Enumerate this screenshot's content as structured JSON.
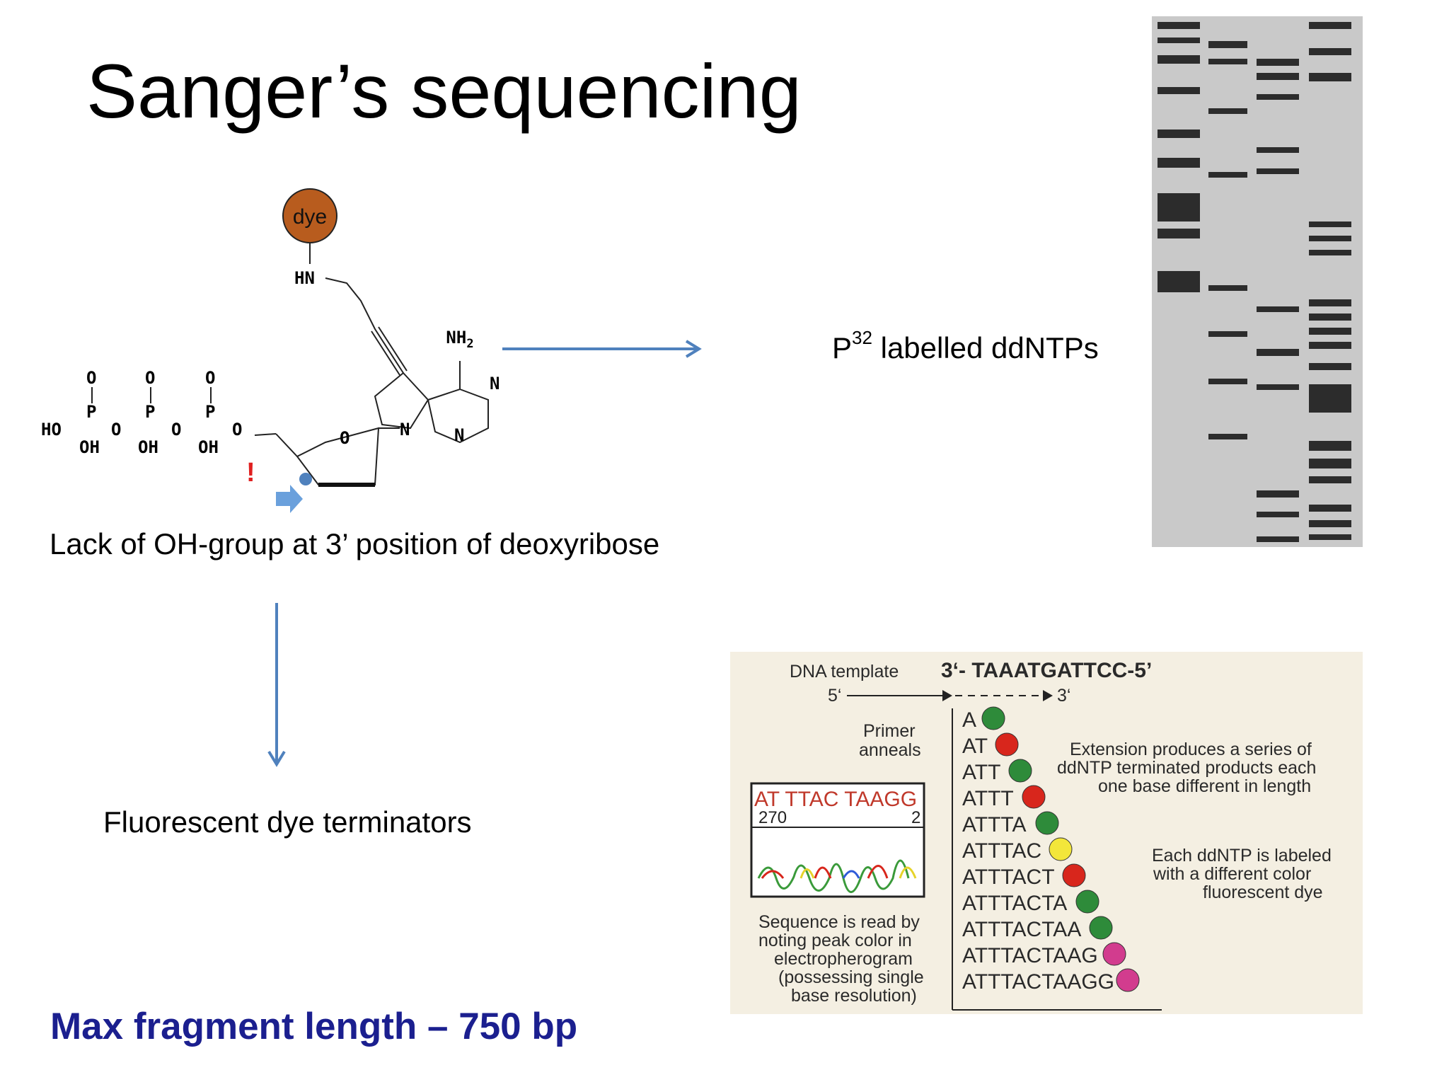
{
  "slide": {
    "title": "Sanger’s sequencing",
    "caption_oh": "Lack of OH-group at 3’ position of deoxyribose",
    "caption_fluor": "Fluorescent dye terminators",
    "p32_sup": "32",
    "p32_label_prefix": "P",
    "p32_label_suffix": " labelled ddNTPs",
    "max_fragment": "Max fragment length – 750 bp",
    "accent_color": "#1b1f8f",
    "arrow_color": "#4f81bd"
  },
  "molecule": {
    "dye_label": "dye",
    "hn": "HN",
    "nh2": "NH",
    "nh2_sub": "2",
    "phosphate_o": "O",
    "phosphate_p": "P",
    "phosphate_oh": "OH",
    "ho": "HO",
    "n": "N",
    "ring_o": "O",
    "exclaim": "!",
    "dye_color": "#b85c1e"
  },
  "fluor_panel": {
    "template_label": "DNA template",
    "template_seq": "3‘- TAAATGATTCC-5’",
    "five_prime": "5‘",
    "three_prime": "3‘",
    "primer_line1": "Primer",
    "primer_line2": "anneals",
    "extension_text": [
      "Extension produces a series of",
      "ddNTP terminated products each",
      "one base different in length"
    ],
    "label_text": [
      "Each ddNTP is labeled",
      "with a different color",
      "fluorescent dye"
    ],
    "read_text": [
      "Sequence is read by",
      "noting peak color in",
      "electropherogram",
      "(possessing single",
      "base resolution)"
    ],
    "trace_seq": "AT TTAC TAAGG",
    "trace_num_left": "270",
    "trace_num_right": "2",
    "fragments": [
      {
        "seq": "A",
        "color": "#2e8b3a"
      },
      {
        "seq": "AT",
        "color": "#d8261c"
      },
      {
        "seq": "ATT",
        "color": "#2e8b3a"
      },
      {
        "seq": "ATTT",
        "color": "#d8261c"
      },
      {
        "seq": "ATTTA",
        "color": "#2e8b3a"
      },
      {
        "seq": "ATTTAC",
        "color": "#f3e63a"
      },
      {
        "seq": "ATTTACT",
        "color": "#d8261c"
      },
      {
        "seq": "ATTTACTA",
        "color": "#2e8b3a"
      },
      {
        "seq": "ATTTACTAA",
        "color": "#2e8b3a"
      },
      {
        "seq": "ATTTACTAAG",
        "color": "#d23c8e"
      },
      {
        "seq": "ATTTACTAAGG",
        "color": "#d23c8e"
      }
    ]
  }
}
